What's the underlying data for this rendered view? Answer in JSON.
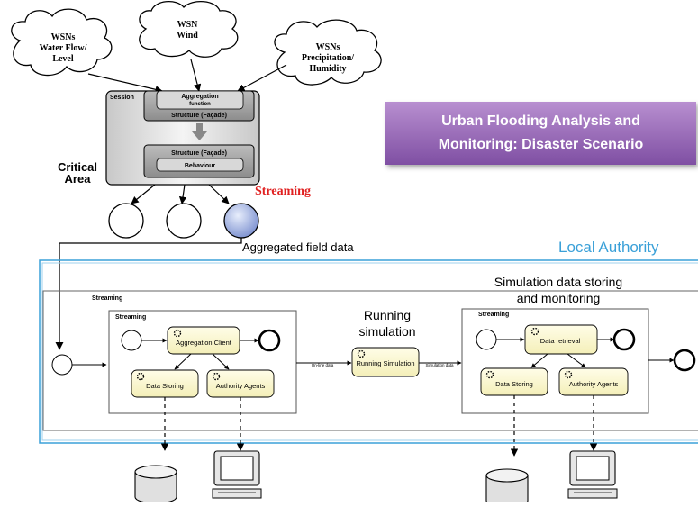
{
  "clouds": {
    "wsn1_line1": "WSNs",
    "wsn1_line2": "Water Flow/",
    "wsn1_line3": "Level",
    "wsn2_line1": "WSN",
    "wsn2_line2": "Wind",
    "wsn3_line1": "WSNs",
    "wsn3_line2": "Precipitation/",
    "wsn3_line3": "Humidity"
  },
  "session": {
    "label": "Session",
    "aggregation_line1": "Aggregation",
    "aggregation_line2": "function",
    "structure_top": "Structure (Façade)",
    "structure_bottom": "Structure (Façade)",
    "behaviour": "Behaviour"
  },
  "critical_area": {
    "line1": "Critical",
    "line2": "Area"
  },
  "streaming_red": "Streaming",
  "aggregated_label": "Aggregated field data",
  "banner": {
    "line1": "Urban Flooding Analysis and",
    "line2": "Monitoring: Disaster Scenario",
    "color_top": "#b88fd0",
    "color_bottom": "#7f4fa3"
  },
  "local_authority": "Local Authority",
  "process": {
    "outer_streaming": "Streaming",
    "left_streaming": "Streaming",
    "right_streaming": "Streaming",
    "aggregation_client": "Aggregation Client",
    "data_storing_left": "Data Storing",
    "authority_agents_left": "Authority Agents",
    "running_title_line1": "Running",
    "running_title_line2": "simulation",
    "running_task": "Running Simulation",
    "online_data": "On-line data",
    "simulation_data": "Simulation data",
    "sim_storing_line1": "Simulation data storing",
    "sim_storing_line2": "and monitoring",
    "data_retrieval": "Data retrieval",
    "data_storing_right": "Data Storing",
    "authority_agents_right": "Authority Agents"
  },
  "colors": {
    "accent_blue": "#3aa0d8",
    "task_fill": "#fbf8d2",
    "streaming_red": "#e02020"
  },
  "icons": [
    "cloud-icon",
    "gear-icon",
    "database-icon",
    "computer-icon"
  ]
}
